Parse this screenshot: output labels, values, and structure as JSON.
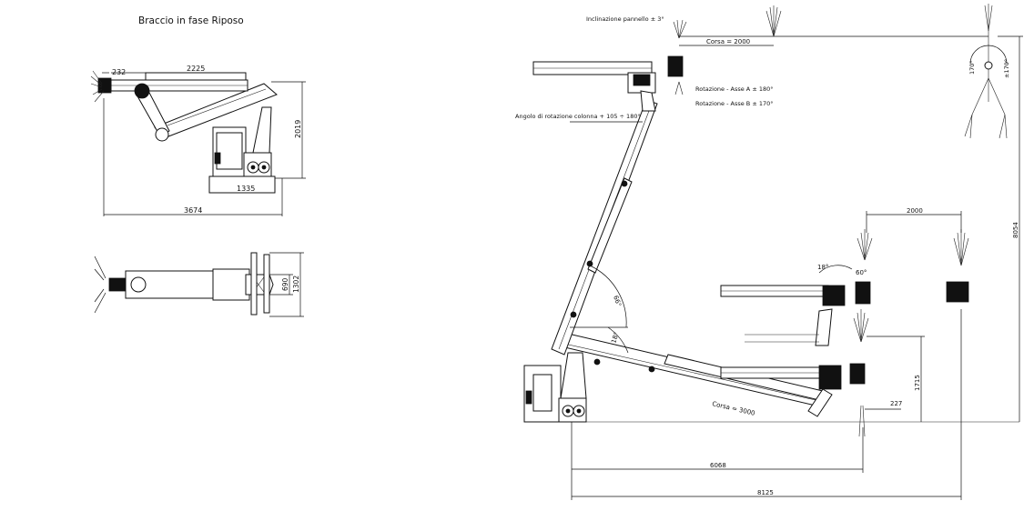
{
  "title": "Braccio in fase Riposo",
  "labels": {
    "panel_tilt": "Inclinazione pannello ± 3°",
    "stroke_top": "Corsa = 2000",
    "rot_a": "Rotazione - Asse A ± 180°",
    "rot_b": "Rotazione - Asse B ± 170°",
    "column_rot": "Angolo di rotazione colonna + 105 ÷ 180°",
    "stroke_lower": "Corsa = 3000",
    "angle_panel": "170°",
    "angle_panel2": "±170°",
    "angle_66": "66°",
    "angle_18": "18°",
    "angle_18b": "18°",
    "angle_60": "60°"
  },
  "dimensions": {
    "d232": "232",
    "d2225": "2225",
    "d2019": "2019",
    "d1335": "1335",
    "d3674": "3674",
    "d690": "690",
    "d1302": "1302",
    "d2000": "2000",
    "d8054": "8054",
    "d1715": "1715",
    "d227": "227",
    "d6068": "6068",
    "d8125": "8125"
  }
}
